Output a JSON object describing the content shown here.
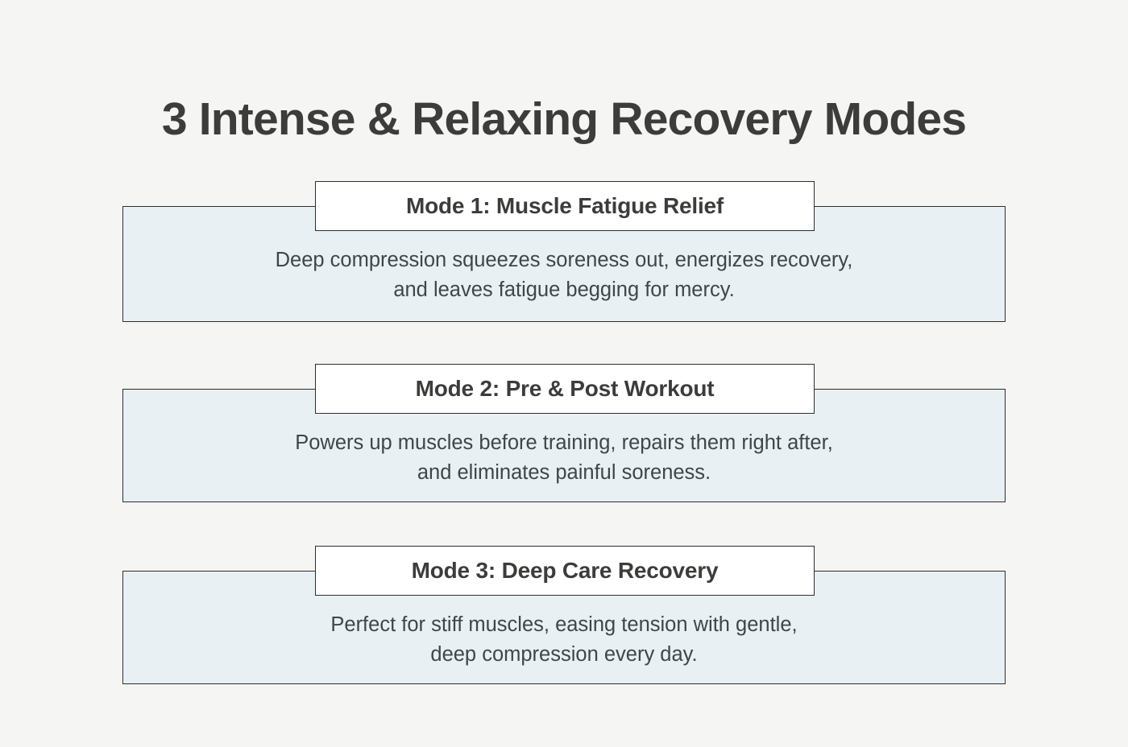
{
  "page": {
    "title": "3 Intense & Relaxing Recovery Modes",
    "background_color": "#f5f5f4",
    "title_color": "#3c3c3b"
  },
  "styles": {
    "card_fill": "#e9f0f3",
    "card_border": "#2e2e2e",
    "header_fill": "#ffffff",
    "body_text_color": "#3f4548"
  },
  "modes": [
    {
      "header": "Mode 1: Muscle Fatigue Relief",
      "body_line_1": "Deep compression squeezes soreness out, energizes recovery,",
      "body_line_2": "and leaves fatigue begging for mercy."
    },
    {
      "header": "Mode 2: Pre & Post Workout",
      "body_line_1": "Powers up muscles before training, repairs them right after,",
      "body_line_2": "and eliminates painful soreness."
    },
    {
      "header": "Mode 3: Deep Care Recovery",
      "body_line_1": "Perfect for stiff muscles, easing tension with gentle,",
      "body_line_2": "deep compression every day."
    }
  ]
}
